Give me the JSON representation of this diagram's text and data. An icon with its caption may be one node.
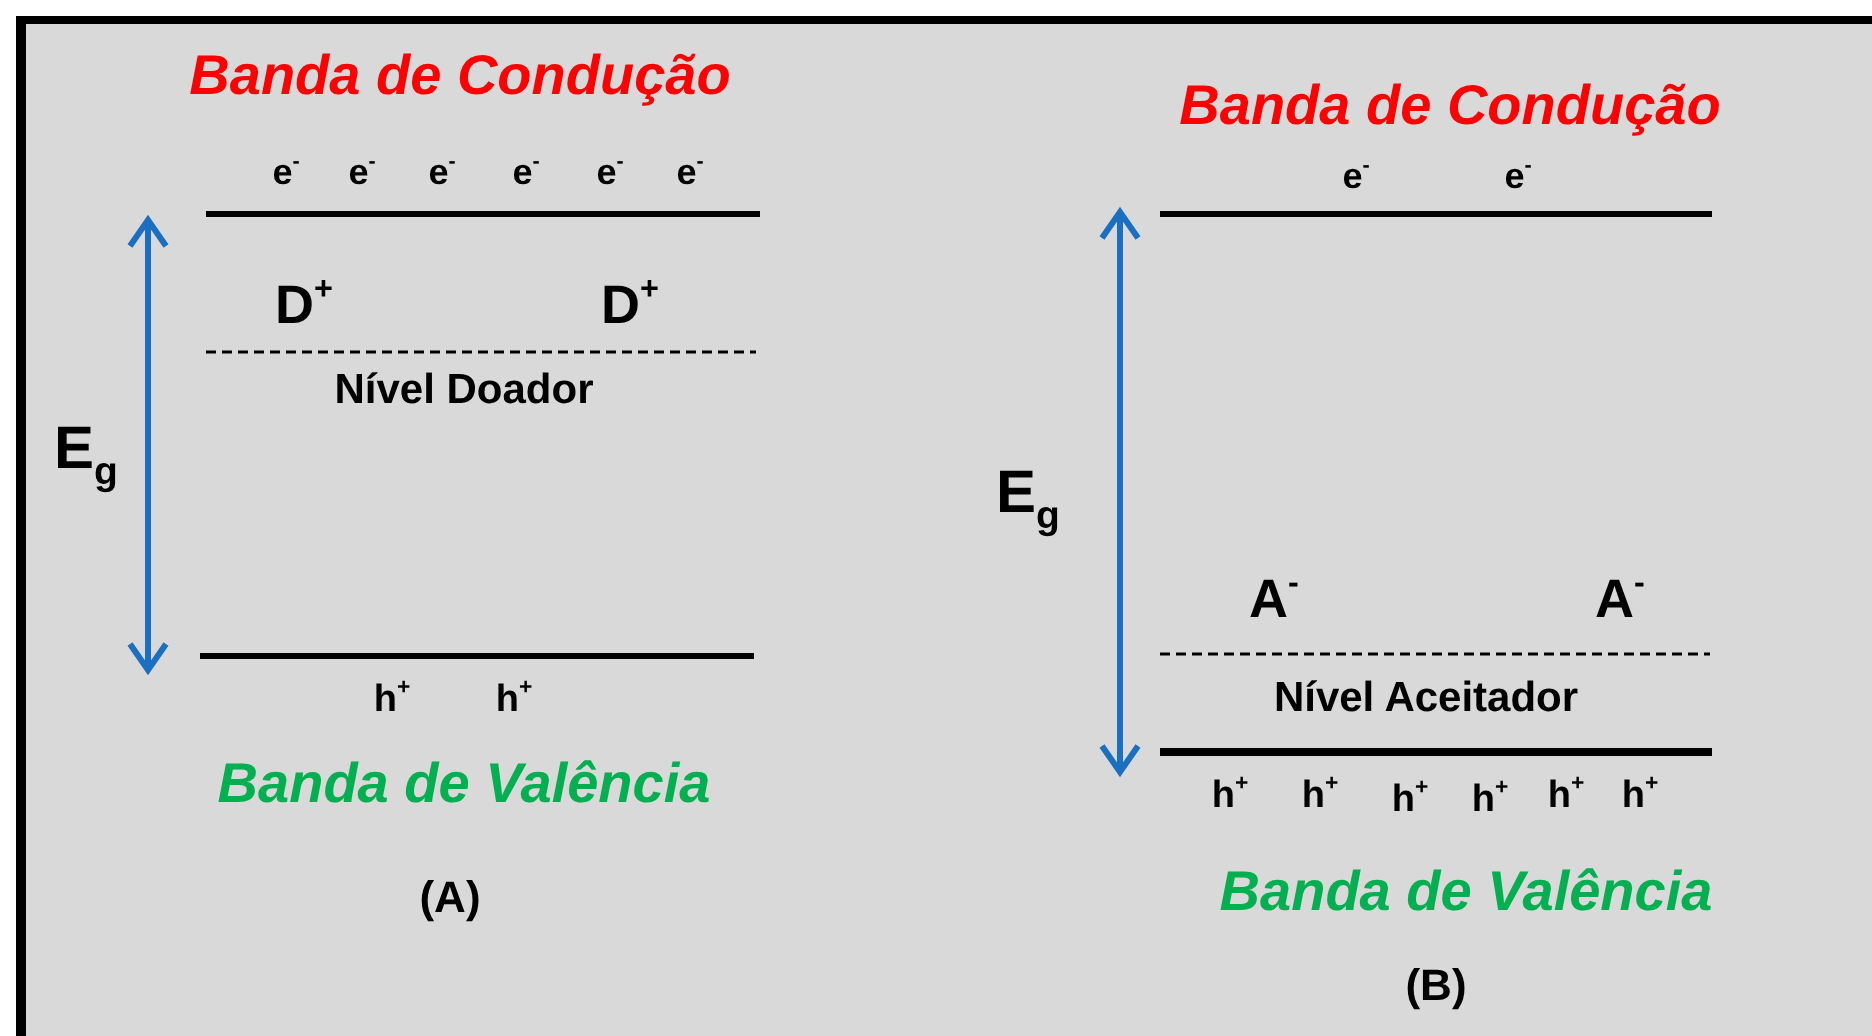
{
  "diagram": {
    "labels": [
      "Banda de Condução",
      "e$^{-}$",
      "e$^{-}$",
      "e$^{-}$",
      "e$^{-}$",
      "e$^{-}$",
      "e$^{-}$",
      "D$^{+}$",
      "D$^{+}$",
      "Nível Doador",
      "E$_{g}$",
      "h$^{+}$",
      "h$^{+}$",
      "Banda de Valência",
      "(A)",
      "Banda de Condução",
      "e$^{-}$",
      "e$^{-}$",
      "E$_{g}$",
      "A$^{-}$",
      "A$^{-}$",
      "Nível Aceitador",
      "h$^{+}$",
      "h$^{+}$",
      "h$^{+}$",
      "h$^{+}$",
      "h$^{+}$",
      "h$^{+}$",
      "Banda de Valência",
      "(B)"
    ]
  }
}
